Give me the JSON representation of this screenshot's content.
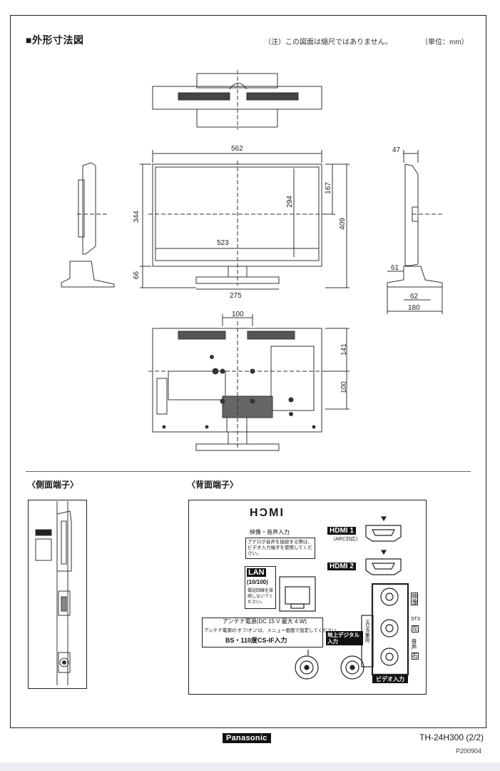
{
  "header": {
    "title": "■外形寸法図",
    "note": "（注）この図面は縮尺ではありません。",
    "unit": "（単位：mm）"
  },
  "dimensions": {
    "width_total": "562",
    "depth_top": "47",
    "screen_height": "294",
    "upper_height": "167",
    "body_height": "344",
    "total_height": "409",
    "screen_width": "523",
    "stand_height": "66",
    "stand_width": "275",
    "stand_front": "61",
    "stand_depth_inner": "62",
    "stand_depth": "180",
    "vesa_h": "100",
    "vesa_v": "100",
    "back_top": "141"
  },
  "sections": {
    "side": "〈側面端子〉",
    "back": "〈背面端子〉"
  },
  "back_panel": {
    "hdmi_logo": "HƆMI",
    "av_in": "映像・音声入力",
    "av_note": "アナログ音声を接続する際は、ビデオ入力端子を使用してください。",
    "hdmi1": "HDMI 1",
    "arc": "（ARC対応）",
    "hdmi2": "HDMI 2",
    "lan": "LAN",
    "lan_speed": "(10/100)",
    "lan_note": "電話回線を接続しないでください。",
    "antenna_power": "アンテナ電源(DC 15 V 最大 4 W)",
    "antenna_note": "アンテナ電源の'オフ/オン'は、メニュー画面で設定してください。",
    "bs_cs": "BS・110度CS-IF入力",
    "terrestrial": "地上デジタル入力",
    "video": "映像",
    "st3": "ST3",
    "audio_l": "左",
    "audio_label": "音声",
    "audio_r": "右",
    "hdmi_use": "HDMI兼用",
    "video_in": "ビデオ入力"
  },
  "footer": {
    "brand": "Panasonic",
    "model": "TH-24H300 (2/2)",
    "code": "P200904"
  }
}
